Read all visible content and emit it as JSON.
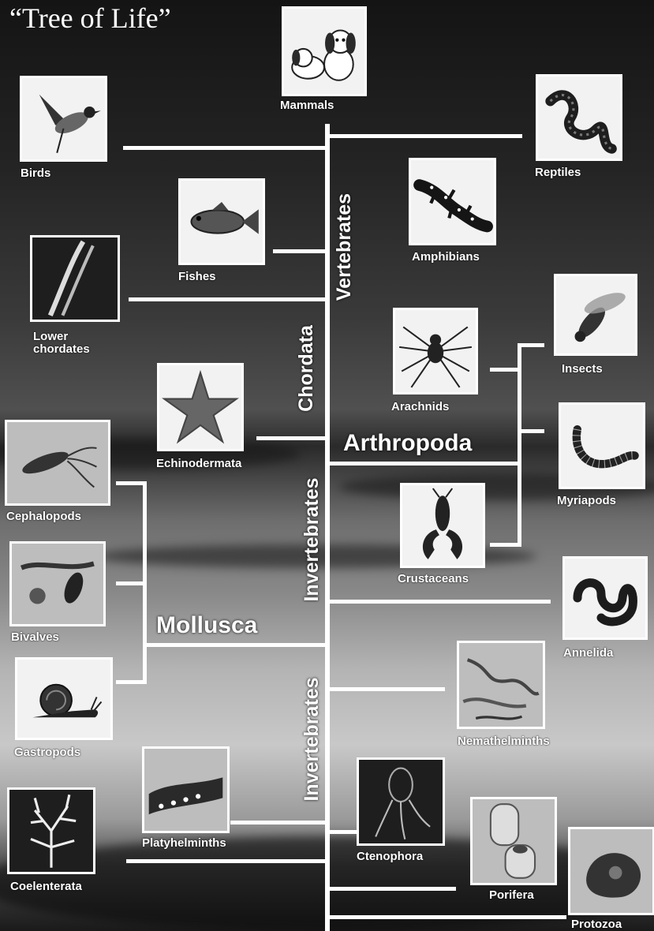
{
  "title": "“Tree of Life”",
  "groups": {
    "chordata": "Chordata",
    "arthropoda": "Arthropoda",
    "mollusca": "Mollusca",
    "vertebrates": "Vertebrates",
    "invertebrates_upper": "Invertebrates",
    "invertebrates_lower": "Invertebrates"
  },
  "nodes": {
    "mammals": "Mammals",
    "birds": "Birds",
    "reptiles": "Reptiles",
    "fishes": "Fishes",
    "amphibians": "Amphibians",
    "lower_chordates": "Lower\nchordates",
    "insects": "Insects",
    "arachnids": "Arachnids",
    "echinodermata": "Echinodermata",
    "myriapods": "Myriapods",
    "cephalopods": "Cephalopods",
    "crustaceans": "Crustaceans",
    "annelida": "Annelida",
    "bivalves": "Bivalves",
    "nemathelminths": "Nemathelminths",
    "gastropods": "Gastropods",
    "platyhelminths": "Platyhelminths",
    "ctenophora": "Ctenophora",
    "coelenterata": "Coelenterata",
    "porifera": "Porifera",
    "protozoa": "Protozoa"
  },
  "icons": {
    "mammals": "dogs-icon",
    "birds": "bird-icon",
    "reptiles": "snake-icon",
    "fishes": "fish-icon",
    "amphibians": "salamander-icon",
    "lower_chordates": "lancelet-icon",
    "insects": "fly-icon",
    "arachnids": "spider-icon",
    "echinodermata": "starfish-icon",
    "myriapods": "centipede-icon",
    "cephalopods": "squid-icon",
    "crustaceans": "lobster-icon",
    "annelida": "worm-icon",
    "bivalves": "mussel-icon",
    "nemathelminths": "roundworm-icon",
    "gastropods": "snail-icon",
    "platyhelminths": "flatworm-icon",
    "ctenophora": "comb-jelly-icon",
    "coelenterata": "coral-icon",
    "porifera": "sponge-icon",
    "protozoa": "amoeba-icon"
  },
  "colors": {
    "line": "#ffffff",
    "label": "#ffffff"
  }
}
